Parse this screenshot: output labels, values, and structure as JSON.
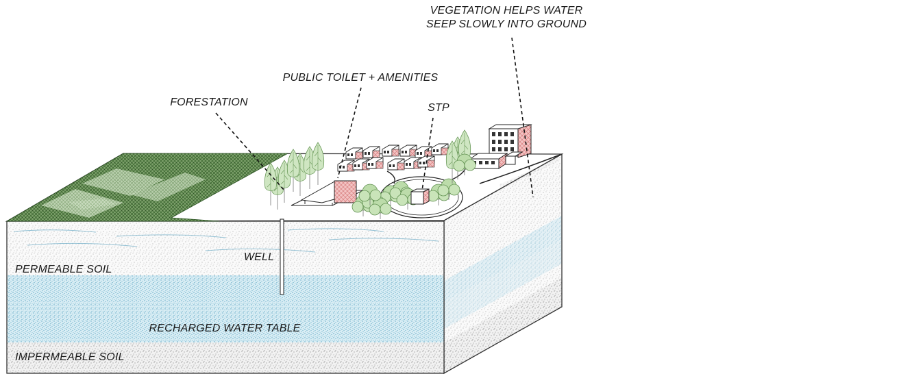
{
  "labels": {
    "vegetation_line1": "VEGETATION HELPS WATER",
    "vegetation_line2": "SEEP SLOWLY INTO GROUND",
    "public_toilet": "PUBLIC TOILET + AMENITIES",
    "stp": "STP",
    "forestation": "FORESTATION",
    "well": "WELL",
    "permeable_soil": "PERMEABLE SOIL",
    "recharged_water_table": "RECHARGED WATER TABLE",
    "impermeable_soil": "IMPERMEABLE SOIL"
  },
  "colors": {
    "forest_green": "#5f8a4e",
    "forest_light": "#c9dcbf",
    "water_blue": "#8fc6dd",
    "soil_speckle": "#8a8a8a",
    "brick_pink": "#e9a8a8",
    "tree_green": "#a9cf94"
  }
}
